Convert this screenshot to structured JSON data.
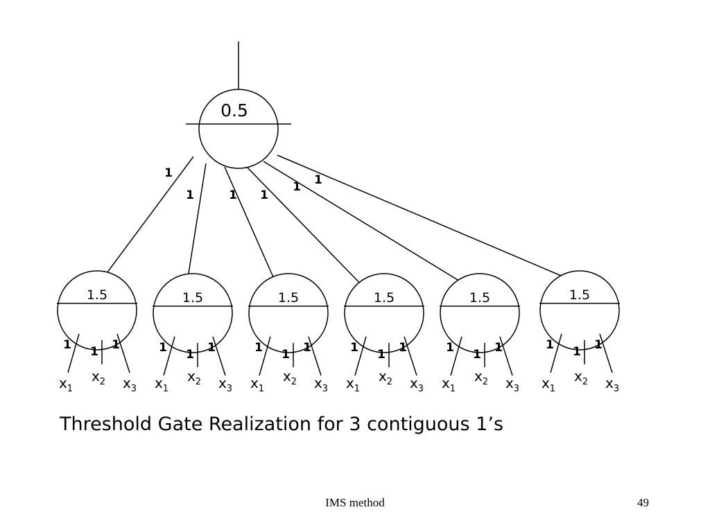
{
  "diagram": {
    "output_gate": {
      "threshold": "0.5",
      "weights": [
        "1",
        "1",
        "1",
        "1",
        "1",
        "1"
      ]
    },
    "input_gates": [
      {
        "threshold": "1.5",
        "weights": [
          "1",
          "1",
          "1"
        ],
        "inputs": [
          {
            "var": "x",
            "sub": "1"
          },
          {
            "var": "x",
            "sub": "2"
          },
          {
            "var": "x",
            "sub": "3"
          }
        ]
      },
      {
        "threshold": "1.5",
        "weights": [
          "1",
          "1",
          "1"
        ],
        "inputs": [
          {
            "var": "x",
            "sub": "1"
          },
          {
            "var": "x",
            "sub": "2"
          },
          {
            "var": "x",
            "sub": "3"
          }
        ]
      },
      {
        "threshold": "1.5",
        "weights": [
          "1",
          "1",
          "1"
        ],
        "inputs": [
          {
            "var": "x",
            "sub": "1"
          },
          {
            "var": "x",
            "sub": "2"
          },
          {
            "var": "x",
            "sub": "3"
          }
        ]
      },
      {
        "threshold": "1.5",
        "weights": [
          "1",
          "1",
          "1"
        ],
        "inputs": [
          {
            "var": "x",
            "sub": "1"
          },
          {
            "var": "x",
            "sub": "2"
          },
          {
            "var": "x",
            "sub": "3"
          }
        ]
      },
      {
        "threshold": "1.5",
        "weights": [
          "1",
          "1",
          "1"
        ],
        "inputs": [
          {
            "var": "x",
            "sub": "1"
          },
          {
            "var": "x",
            "sub": "2"
          },
          {
            "var": "x",
            "sub": "3"
          }
        ]
      },
      {
        "threshold": "1.5",
        "weights": [
          "1",
          "1",
          "1"
        ],
        "inputs": [
          {
            "var": "x",
            "sub": "1"
          },
          {
            "var": "x",
            "sub": "2"
          },
          {
            "var": "x",
            "sub": "3"
          }
        ]
      }
    ],
    "caption": "Threshold Gate Realization for 3 contiguous 1’s"
  },
  "footer": {
    "title": "IMS method",
    "page_number": "49"
  }
}
